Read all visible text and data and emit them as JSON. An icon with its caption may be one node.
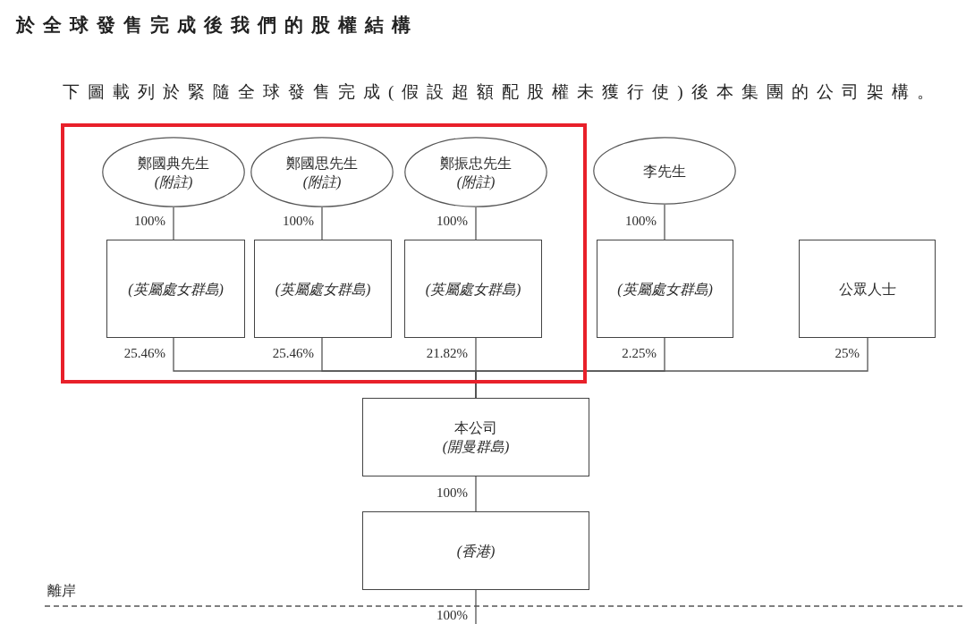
{
  "diagram": {
    "title": "於全球發售完成後我們的股權結構",
    "caption": "下圖載列於緊隨全球發售完成(假設超額配股權未獲行使)後本集團的公司架構。",
    "nodes": [
      {
        "text": [
          "鄭國典先生",
          "(附註)"
        ]
      },
      {
        "text": [
          "鄭國思先生",
          "(附註)"
        ]
      },
      {
        "text": [
          "鄭振忠先生",
          "(附註)"
        ]
      },
      {
        "text": [
          "李先生"
        ]
      },
      {
        "text": [
          "(英屬處女群島)"
        ]
      },
      {
        "text": [
          "(英屬處女群島)"
        ]
      },
      {
        "text": [
          "(英屬處女群島)"
        ]
      },
      {
        "text": [
          "(英屬處女群島)"
        ]
      },
      {
        "text": [
          "公眾人士"
        ]
      },
      {
        "text": [
          "本公司",
          "(開曼群島)"
        ]
      },
      {
        "text": [
          "(香港)"
        ]
      }
    ],
    "edges": [
      {
        "from": 0,
        "to": 4,
        "arrow": "none",
        "label": "100%"
      },
      {
        "from": 1,
        "to": 5,
        "arrow": "none",
        "label": "100%"
      },
      {
        "from": 2,
        "to": 6,
        "arrow": "none",
        "label": "100%"
      },
      {
        "from": 3,
        "to": 7,
        "arrow": "none",
        "label": "100%"
      },
      {
        "from": 4,
        "to": 9,
        "arrow": "none",
        "label": "25.46%"
      },
      {
        "from": 5,
        "to": 9,
        "arrow": "none",
        "label": "25.46%"
      },
      {
        "from": 6,
        "to": 9,
        "arrow": "none",
        "label": "21.82%"
      },
      {
        "from": 7,
        "to": 9,
        "arrow": "none",
        "label": "2.25%"
      },
      {
        "from": 8,
        "to": 9,
        "arrow": "none",
        "label": "25%"
      },
      {
        "from": 9,
        "to": 10,
        "arrow": "none",
        "label": "100%"
      },
      {
        "from": 10,
        "to": null,
        "arrow": "none",
        "label": "100%"
      }
    ],
    "labels": [
      "離岸"
    ]
  }
}
